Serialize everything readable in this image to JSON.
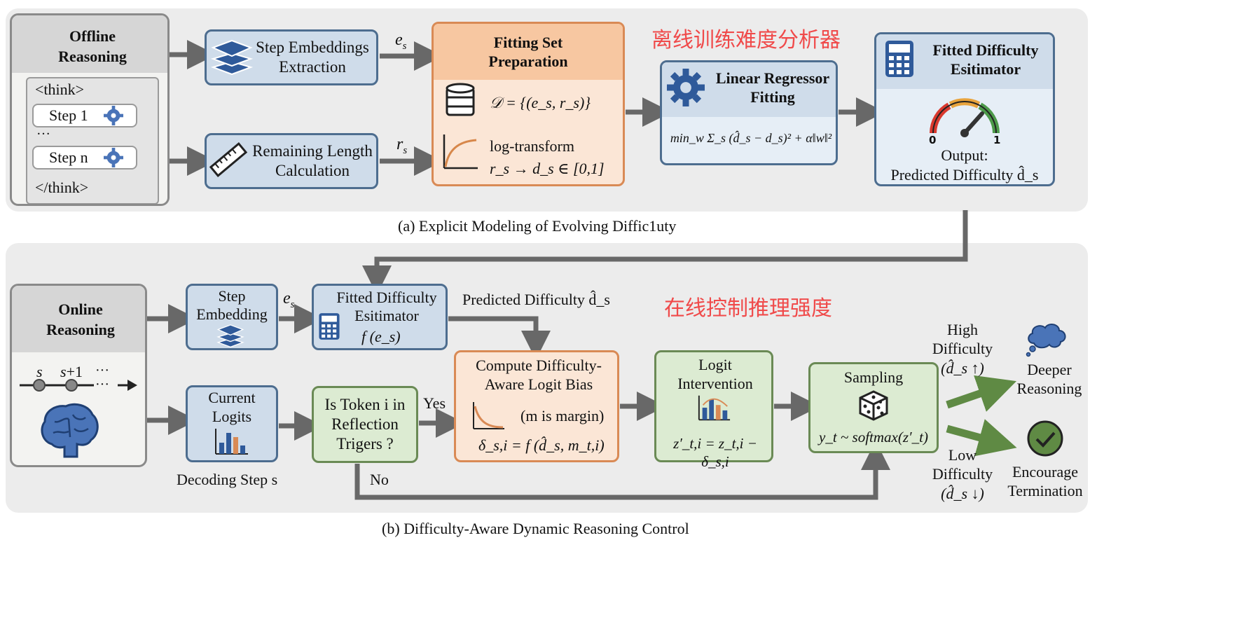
{
  "top": {
    "offline": {
      "title": "Offline Reasoning",
      "think_open": "<think>",
      "step1": "Step 1",
      "ellipsis": "…",
      "stepn": "Step n",
      "think_close": "</think>"
    },
    "embed_box": "Step Embeddings Extraction",
    "remain_box": "Remaining Length Calculation",
    "label_es": "e",
    "label_rs": "r",
    "fitting": {
      "title": "Fitting Set Preparation",
      "dataset": "𝒟 = {(e_s, r_s)}",
      "logt": "log-transform",
      "map": "r_s → d_s ∈ [0,1]"
    },
    "zh_title": "离线训练难度分析器",
    "regressor": {
      "title": "Linear Regressor Fitting",
      "formula": "min_w Σ_s (d̂_s − d_s)² + α‖w‖²"
    },
    "estimator": {
      "title": "Fitted Difficulty Esitimator",
      "gauge_min": "0",
      "gauge_max": "1",
      "output": "Output:",
      "predicted": "Predicted Difficulty d̂_s"
    },
    "caption": "(a) Explicit Modeling of  Evolving Diffic1uty"
  },
  "bottom": {
    "online": {
      "title": "Online Reasoning",
      "s": "s",
      "s1": "s+1",
      "dots": "···"
    },
    "step_embedding": "Step Embedding",
    "label_es": "e",
    "fitted_est": {
      "title": "Fitted Difficulty Esitimator",
      "func": "f (e_s)"
    },
    "predicted_label": "Predicted Difficulty d̂_s",
    "zh_title": "在线控制推理强度",
    "current_logits": "Current Logits",
    "decoding_step": "Decoding Step s",
    "token_check": "Is Token i in Reflection Trigers ?",
    "yes": "Yes",
    "no": "No",
    "compute_bias": {
      "title": "Compute Difficulty-Aware Logit Bias",
      "margin": "(m is margin)",
      "formula": "δ_s,i = f (d̂_s, m_t,i)"
    },
    "logit_int": {
      "title": "Logit Intervention",
      "formula": "z′_t,i = z_t,i − δ_s,i"
    },
    "sampling": {
      "title": "Sampling",
      "formula": "y_t ~ softmax(z′_t)"
    },
    "high": {
      "line1": "High",
      "line2": "Difficulty",
      "line3": "(d̂_s ↑)"
    },
    "low": {
      "line1": "Low",
      "line2": "Difficulty",
      "line3": "(d̂_s ↓)"
    },
    "deeper": "Deeper Reasoning",
    "encourage": "Encourage Termination",
    "caption": "(b) Difficulty-Aware Dynamic Reasoning Control"
  }
}
